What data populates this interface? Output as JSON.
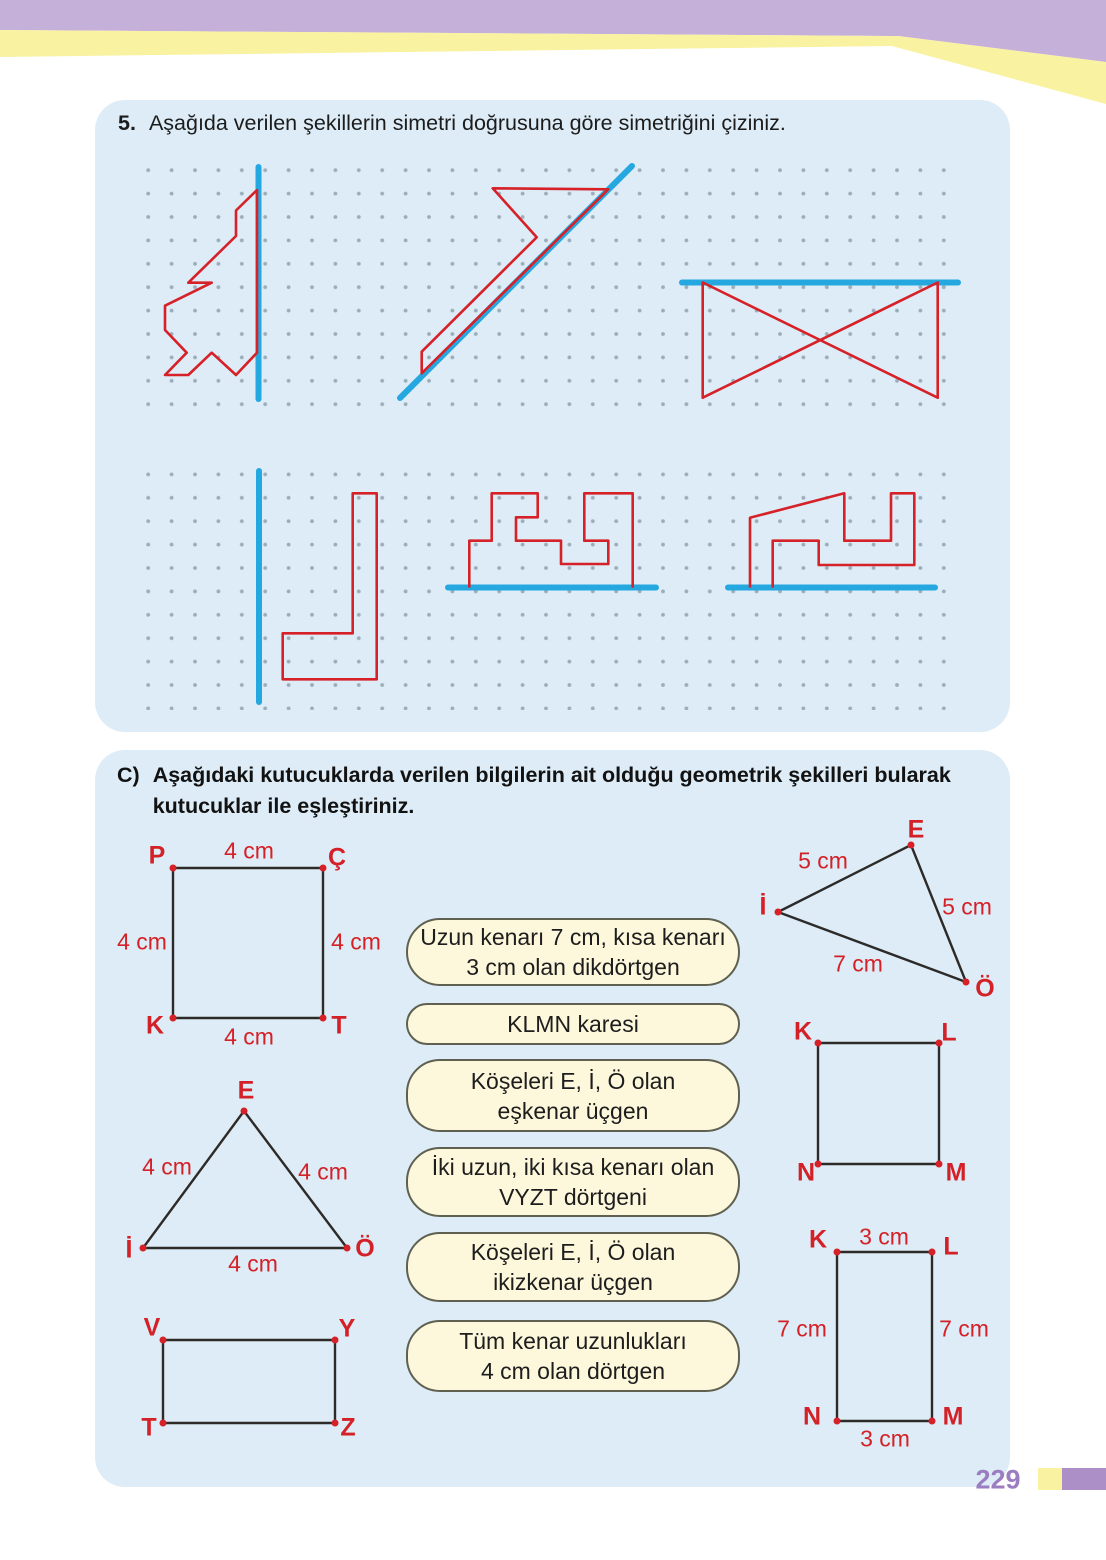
{
  "page": {
    "number": "229"
  },
  "q5": {
    "number": "5.",
    "text": "Aşağıda verilen şekillerin simetri doğrusuna göre simetriğini çiziniz."
  },
  "sectionC": {
    "label": "C)",
    "line1": "Aşağıdaki kutucuklarda verilen bilgilerin ait olduğu geometrik şekilleri bularak",
    "line2": "kutucuklar ile eşleştiriniz."
  },
  "boxes": [
    {
      "line1": "Uzun kenarı 7 cm, kısa kenarı",
      "line2": "3 cm olan dikdörtgen"
    },
    {
      "line1": "KLMN karesi"
    },
    {
      "line1": "Köşeleri E, İ, Ö olan",
      "line2": "eşkenar üçgen"
    },
    {
      "line1": "İki uzun, iki kısa kenarı olan",
      "line2": "VYZT dörtgeni"
    },
    {
      "line1": "Köşeleri E, İ, Ö olan",
      "line2": "ikizkenar üçgen"
    },
    {
      "line1": "Tüm kenar uzunlukları",
      "line2": "4 cm olan dörtgen"
    }
  ],
  "left_square": {
    "v_tl": "P",
    "v_tr": "Ç",
    "v_bl": "K",
    "v_br": "T",
    "m_top": "4 cm",
    "m_left": "4 cm",
    "m_right": "4 cm",
    "m_bottom": "4 cm"
  },
  "left_triangle": {
    "v_apex": "E",
    "v_bl": "İ",
    "v_br": "Ö",
    "m_left": "4 cm",
    "m_right": "4 cm",
    "m_bottom": "4 cm"
  },
  "left_rect": {
    "v_tl": "V",
    "v_tr": "Y",
    "v_bl": "T",
    "v_br": "Z"
  },
  "right_triangle": {
    "v_apex": "E",
    "v_left": "İ",
    "v_br": "Ö",
    "m_left": "5 cm",
    "m_right": "5 cm",
    "m_bottom": "7 cm"
  },
  "right_square": {
    "v_tl": "K",
    "v_tr": "L",
    "v_bl": "N",
    "v_br": "M"
  },
  "right_rect": {
    "v_tl": "K",
    "v_tr": "L",
    "v_bl": "N",
    "v_br": "M",
    "m_top": "3 cm",
    "m_left": "7 cm",
    "m_right": "7 cm",
    "m_bottom": "3 cm"
  },
  "colors": {
    "accent_red": "#d62128",
    "mirror_line_blue": "#25a7e0",
    "panel_blue": "#ddecf6",
    "header_purple": "#c4b0d9",
    "header_yellow": "#f8f2a1",
    "box_cream": "#fdf8dc",
    "page_number_purple": "#9b7dc1",
    "grid_dot_gray": "#9aadb9"
  }
}
